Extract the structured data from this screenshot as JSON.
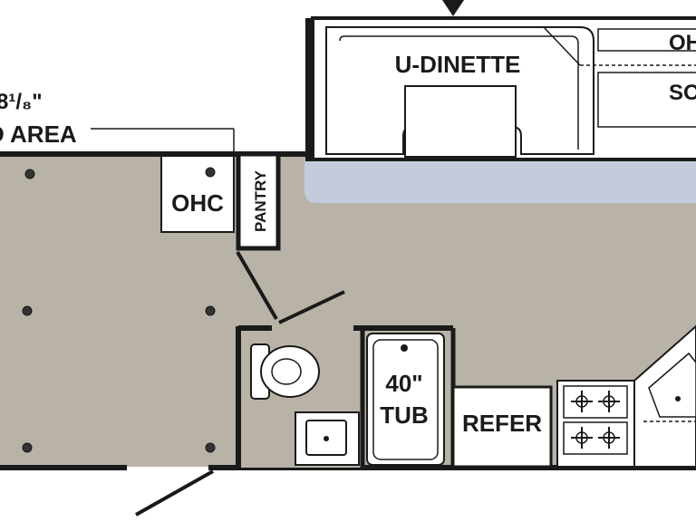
{
  "floorplan": {
    "labels": {
      "area_dimension": "8¹/₈\"",
      "area_name": "D AREA",
      "dinette": "U-DINETTE",
      "ohc_top": "OH",
      "sofa": "SO",
      "ohc_left": "OHC",
      "pantry": "PANTRY",
      "tub": "40\" TUB",
      "tub_line1": "40\"",
      "tub_line2": "TUB",
      "refer": "REFER"
    },
    "colors": {
      "floor": "#b8b3a6",
      "slideout": "#c4cbdd",
      "wall": "#1a1a1a",
      "fixture": "#ffffff"
    }
  }
}
